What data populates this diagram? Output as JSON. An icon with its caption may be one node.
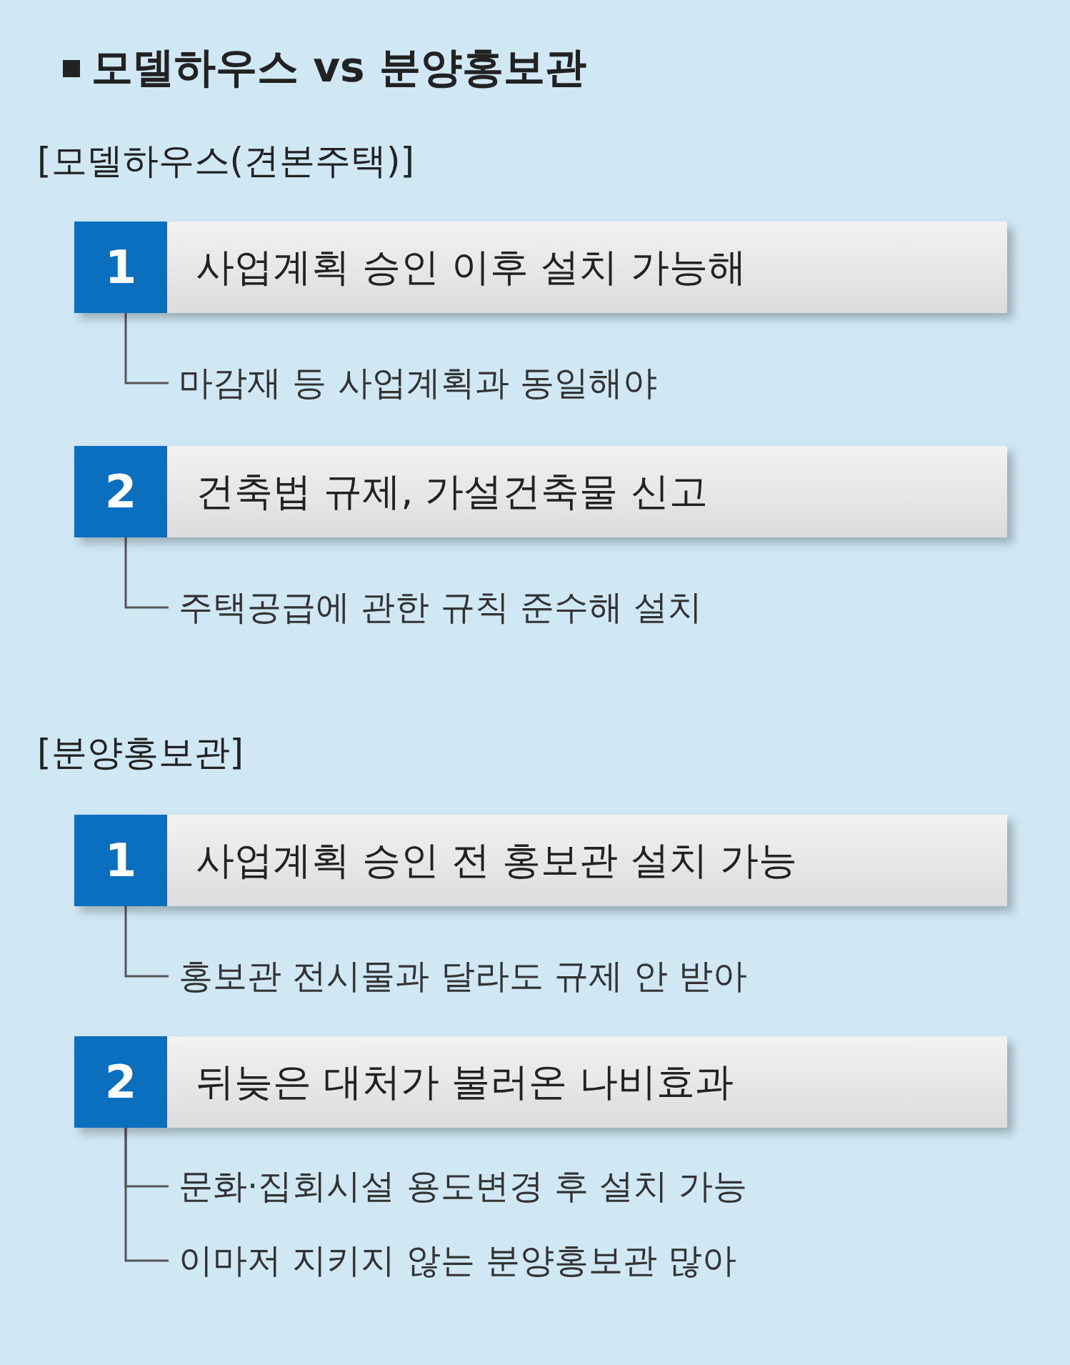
{
  "diagram": {
    "title": "모델하우스 vs 분양홍보관",
    "nodes": [
      {
        "text": [
          "1",
          "사업계획 승인 이후 설치 가능해"
        ]
      },
      {
        "text": [
          "마감재 등 사업계획과 동일해야"
        ]
      },
      {
        "text": [
          "2",
          "건축법 규제, 가설건축물 신고"
        ]
      },
      {
        "text": [
          "주택공급에 관한 규칙 준수해 설치"
        ]
      },
      {
        "text": [
          "1",
          "사업계획 승인 전 홍보관 설치 가능"
        ]
      },
      {
        "text": [
          "홍보관 전시물과 달라도 규제 안 받아"
        ]
      },
      {
        "text": [
          "2",
          "뒤늦은 대처가 불러온 나비효과"
        ]
      },
      {
        "text": [
          "문화·집회시설 용도변경 후 설치 가능"
        ]
      },
      {
        "text": [
          "이마저 지키지 않는 분양홍보관 많아"
        ]
      }
    ],
    "edges": [
      {
        "from": 0,
        "to": 1,
        "arrow": "none"
      },
      {
        "from": 2,
        "to": 3,
        "arrow": "none"
      },
      {
        "from": 4,
        "to": 5,
        "arrow": "none"
      },
      {
        "from": 6,
        "to": 7,
        "arrow": "none"
      },
      {
        "from": 6,
        "to": 8,
        "arrow": "none"
      }
    ],
    "labels": [
      "[모델하우스(견본주택)]",
      "[분양홍보관]"
    ]
  }
}
